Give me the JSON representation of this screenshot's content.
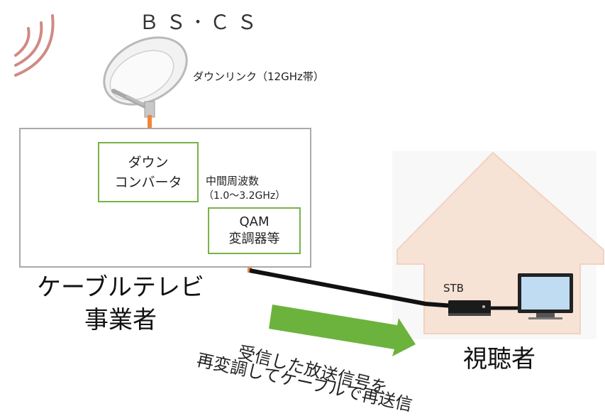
{
  "satellite": {
    "label": "ＢＳ･ＣＳ",
    "downlink_label": "ダウンリンク（12GHz帯）"
  },
  "operator": {
    "converter_line1": "ダウン",
    "converter_line2": "コンバータ",
    "if_label": "中間周波数",
    "if_range": "（1.0～3.2GHz）",
    "modulator_line1": "QAM",
    "modulator_line2": "変調器等",
    "name_line1": "ケーブルテレビ",
    "name_line2": "事業者"
  },
  "viewer": {
    "stb_label": "STB",
    "name": "視聴者"
  },
  "caption": {
    "line1": "受信した放送信号を",
    "line2": "再変調してケーブルで再送信"
  },
  "colors": {
    "signal_line": "#f0863a",
    "box_border": "#77b348",
    "arrow": "#6cb33e",
    "house": "#f7e2d6",
    "cable": "#111111",
    "waves": "#d08a84"
  }
}
